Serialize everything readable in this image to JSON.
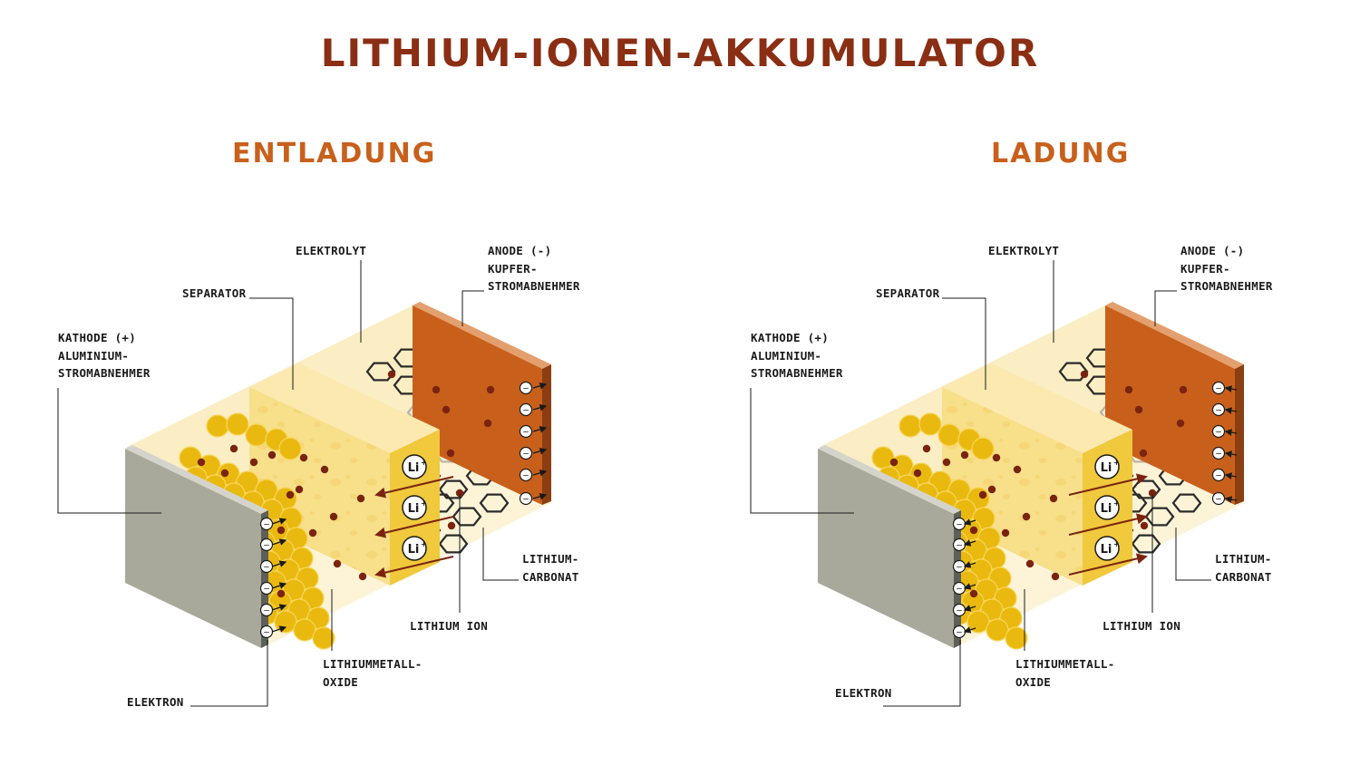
{
  "title": "LITHIUM-IONEN-AKKUMULATOR",
  "panels": {
    "discharge": {
      "heading": "ENTLADUNG",
      "labels": {
        "elektrolyt": "ELEKTROLYT",
        "anode": [
          "ANODE (-)",
          "KUPFER-",
          "STROMABNEHMER"
        ],
        "separator": "SEPARATOR",
        "kathode": [
          "KATHODE (+)",
          "ALUMINIUM-",
          "STROMABNEHMER"
        ],
        "lithium_carbonat": [
          "LITHIUM-",
          "CARBONAT"
        ],
        "lithium_ion": "LITHIUM ION",
        "lithiummetalloxide": [
          "LITHIUMMETALL-",
          "OXIDE"
        ],
        "elektron": "ELEKTRON"
      }
    },
    "charge": {
      "heading": "LADUNG",
      "labels": {
        "elektrolyt": "ELEKTROLYT",
        "anode": [
          "ANODE (-)",
          "KUPFER-",
          "STROMABNEHMER"
        ],
        "separator": "SEPARATOR",
        "kathode": [
          "KATHODE (+)",
          "ALUMINIUM-",
          "STROMABNEHMER"
        ],
        "lithium_carbonat": [
          "LITHIUM-",
          "CARBONAT"
        ],
        "lithium_ion": "LITHIUM ION",
        "lithiummetalloxide": [
          "LITHIUMMETALL-",
          "OXIDE"
        ],
        "elektron": "ELEKTRON"
      }
    }
  },
  "ion_symbol": "Li",
  "ion_charge": "+",
  "electron_symbol": "−",
  "colors": {
    "title": "#8a2e14",
    "heading": "#c8601c",
    "electrolyte": "#fbeec4",
    "separator": "#f8df8a",
    "cathode_sphere": "#eab90f",
    "cathode_plate": "#a9a99b",
    "anode_plate": "#c8601c",
    "ion_dot": "#7a2410",
    "graphite": "#2a2a2a"
  }
}
